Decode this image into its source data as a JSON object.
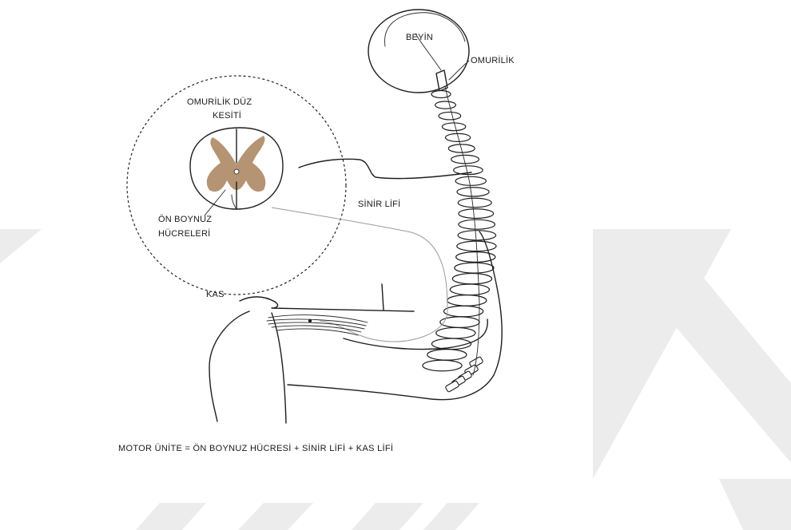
{
  "labels": {
    "brain": "BEYİN",
    "spinal_cord": "OMURİLİK",
    "cross_section_line1": "OMURİLİK DÜZ",
    "cross_section_line2": "KESİTİ",
    "nerve_fiber": "SİNİR LİFİ",
    "anterior_horn_line1": "ÖN BOYNUZ",
    "anterior_horn_line2": "HÜCRELERİ",
    "muscle": "KAS"
  },
  "caption": "MOTOR ÜNİTE = ÖN BOYNUZ HÜCRESİ + SİNİR LİFİ + KAS LİFİ",
  "colors": {
    "gray_matter": "#b59474",
    "ink": "#1e1e1e",
    "watermark": "#ebebeb"
  }
}
